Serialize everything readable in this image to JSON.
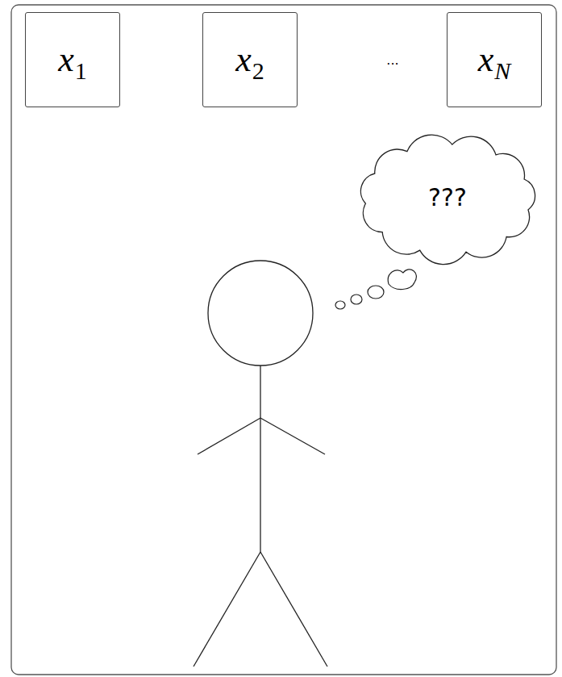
{
  "diagram": {
    "nodes": [
      {
        "text": [
          "x1"
        ]
      },
      {
        "text": [
          "x2"
        ]
      },
      {
        "text": [
          "xN"
        ]
      },
      {
        "text": [
          "???"
        ]
      }
    ],
    "labels": [
      "..."
    ]
  }
}
